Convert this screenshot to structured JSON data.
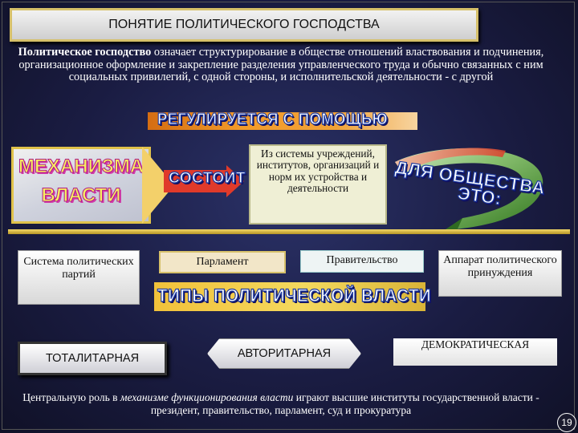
{
  "title": "ПОНЯТИЕ ПОЛИТИЧЕСКОГО ГОСПОДСТВА",
  "intro": {
    "bold": "Политическое господство",
    "rest": " означает структурирование в обществе отношений властвования и подчинения, организационное оформление и закрепление разделения управленческого труда и обычно связанных с ним социальных привилегий, с одной стороны, и исполнительской деятельности - с другой"
  },
  "regulated_label": "РЕГУЛИРУЕТСЯ С ПОМОЩЬЮ",
  "mechanism": {
    "line1": "МЕХАНИЗМА",
    "line2": "ВЛАСТИ"
  },
  "consists_label": "СОСТОИТ",
  "definition": "Из системы учреждений, институтов, организаций и норм их устройства и деятельности",
  "society": {
    "line1": "ДЛЯ ОБЩЕСТВА",
    "line2": "ЭТО:"
  },
  "institutions": {
    "parties": "Система политических партий",
    "parliament": "Парламент",
    "government": "Правительство",
    "coercion": "Аппарат политического принуждения"
  },
  "types_label": "ТИПЫ ПОЛИТИЧЕСКОЙ ВЛАСТИ",
  "types": {
    "totalitarian": "ТОТАЛИТАРНАЯ",
    "authoritarian": "АВТОРИТАРНАЯ",
    "democratic": "ДЕМОКРАТИЧЕСКАЯ"
  },
  "closing": {
    "part1": "Центральную роль в ",
    "italic": "механизме функционирования власти",
    "part2": " играют высшие институты государственной власти - президент, правительство, парламент, суд и прокуратура"
  },
  "page_number": "19",
  "colors": {
    "gold": "#d6c06a",
    "background": "#1a1c42",
    "banner_stroke": "#1c3aa0",
    "mechanism_text": "#f7f060"
  }
}
